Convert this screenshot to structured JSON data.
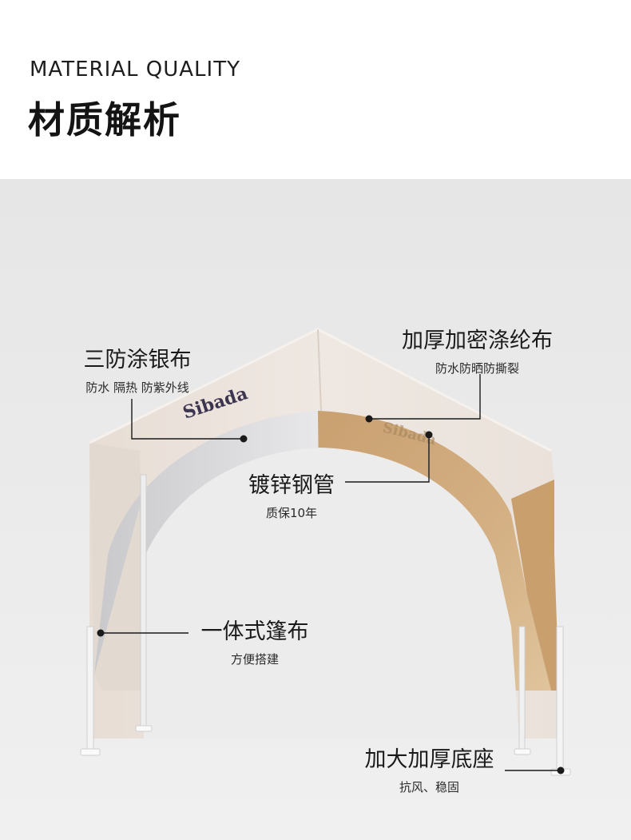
{
  "header": {
    "subtitle": "MATERIAL QUALITY",
    "title": "材质解析"
  },
  "product": {
    "brand_logo": "Sibada"
  },
  "callouts": [
    {
      "title": "三防涂银布",
      "desc": "防水 隔热 防紫外线"
    },
    {
      "title": "加厚加密涤纶布",
      "desc": "防水防晒防撕裂"
    },
    {
      "title": "镀锌钢管",
      "desc": "质保10年"
    },
    {
      "title": "一体式篷布",
      "desc": "方便搭建"
    },
    {
      "title": "加大加厚底座",
      "desc": "抗风、稳固"
    }
  ],
  "colors": {
    "page_bg": "#ffffff",
    "photo_bg": "#ebebeb",
    "canopy_outer": "#ede6e0",
    "canopy_inner_silver": "#dcdcde",
    "canopy_inner_tan": "#c9a77a",
    "leader_line": "#1a1a1a"
  }
}
